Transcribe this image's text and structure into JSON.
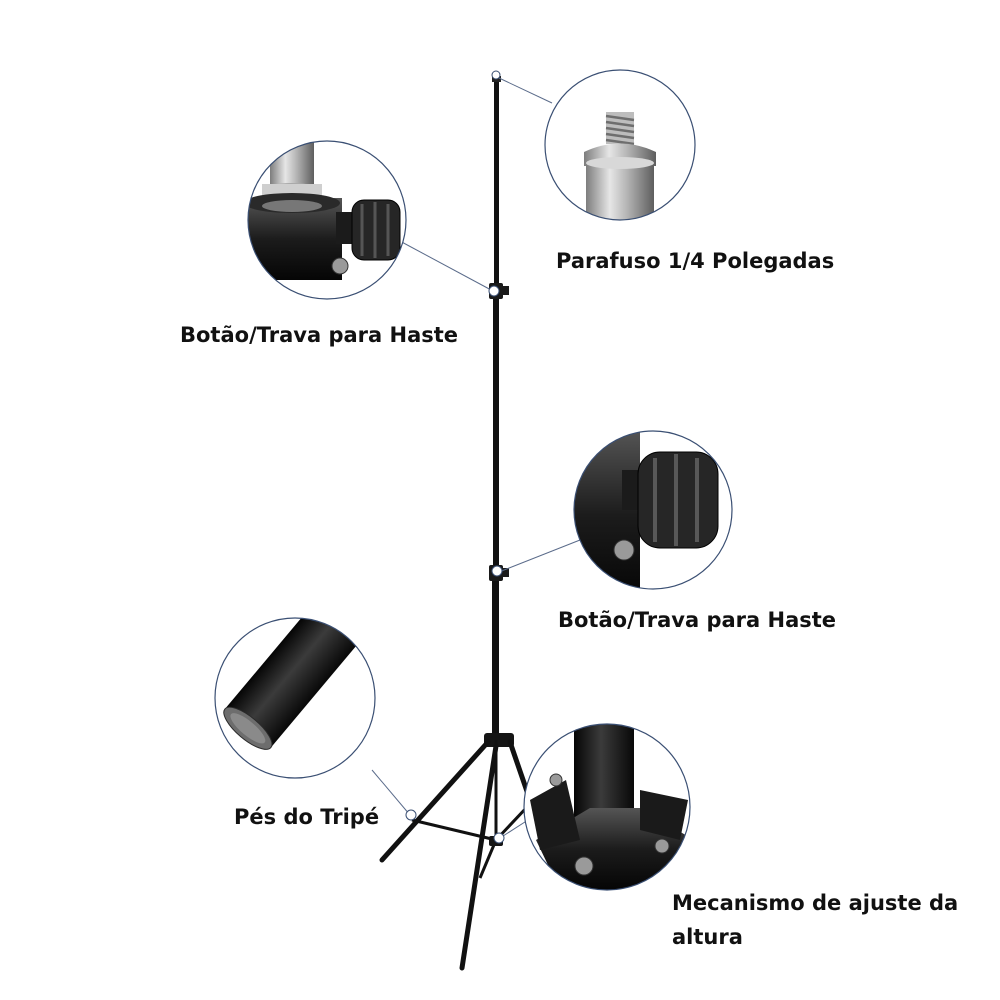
{
  "labels": {
    "screw": "Parafuso 1/4 Polegadas",
    "lock_top": "Botão/Trava para Haste",
    "lock_mid": "Botão/Trava para Haste",
    "feet": "Pés do Tripé",
    "height": "Mecanismo de ajuste da altura"
  },
  "callouts": [
    {
      "id": "screw",
      "icon": "screw-thread-icon"
    },
    {
      "id": "lock_top",
      "icon": "lock-knob-icon"
    },
    {
      "id": "lock_mid",
      "icon": "lock-knob-icon"
    },
    {
      "id": "feet",
      "icon": "leg-tip-icon"
    },
    {
      "id": "height",
      "icon": "height-hub-icon"
    }
  ],
  "colors": {
    "stand": "#111111",
    "callout_ring": "#3a4f73",
    "leader_line": "#5a6b8a",
    "text": "#111111"
  }
}
